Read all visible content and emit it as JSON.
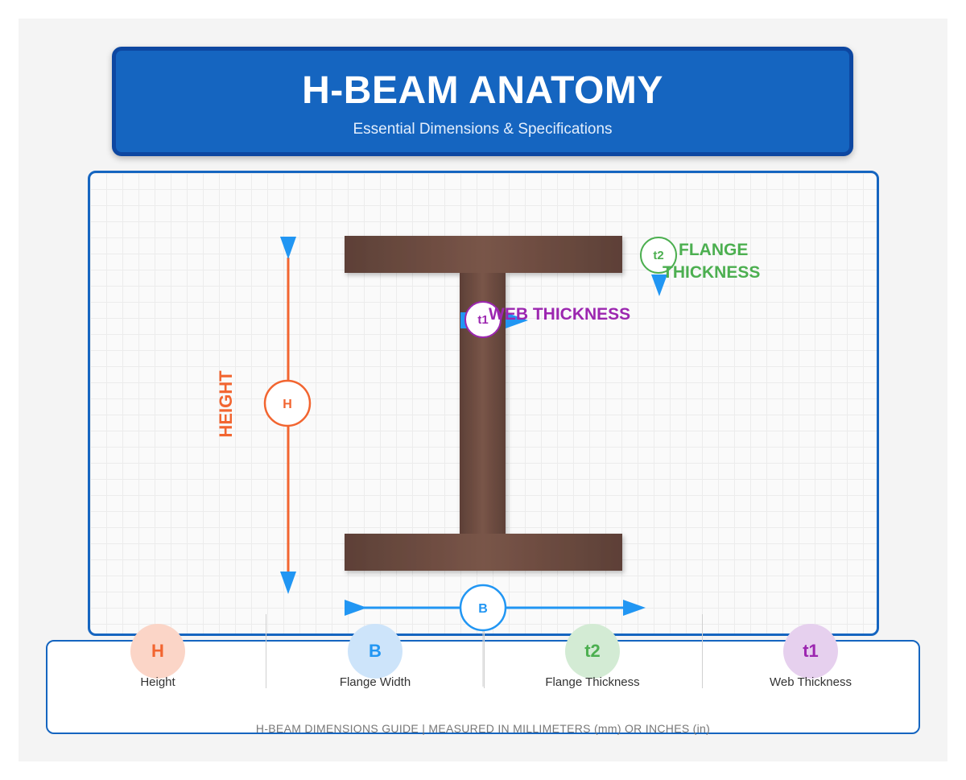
{
  "header": {
    "title": "H-BEAM ANATOMY",
    "subtitle": "Essential Dimensions & Specifications"
  },
  "diagram": {
    "height": {
      "symbol": "H",
      "label": "HEIGHT"
    },
    "width": {
      "symbol": "B"
    },
    "flange_thickness": {
      "symbol": "t2",
      "label_line1": "FLANGE",
      "label_line2": "THICKNESS"
    },
    "web_thickness": {
      "symbol": "t1",
      "label": "WEB THICKNESS"
    }
  },
  "legend": {
    "items": [
      {
        "symbol": "H",
        "label": "Height",
        "color": "#f26530",
        "bg": "#fbd5c7"
      },
      {
        "symbol": "B",
        "label": "Flange Width",
        "color": "#2196f3",
        "bg": "#cde4fa"
      },
      {
        "symbol": "t2",
        "label": "Flange Thickness",
        "color": "#4caf50",
        "bg": "#d3ebd4"
      },
      {
        "symbol": "t1",
        "label": "Web Thickness",
        "color": "#9c27b0",
        "bg": "#e6d0ee"
      }
    ],
    "footer": "H-BEAM DIMENSIONS GUIDE | MEASURED IN MILLIMETERS (mm) OR INCHES (in)"
  },
  "colors": {
    "height": "#f26530",
    "width": "#2196f3",
    "flange": "#4caf50",
    "web": "#9c27b0",
    "steel_dark": "#5d4037",
    "steel_light": "#795548",
    "brand": "#1565c0"
  }
}
